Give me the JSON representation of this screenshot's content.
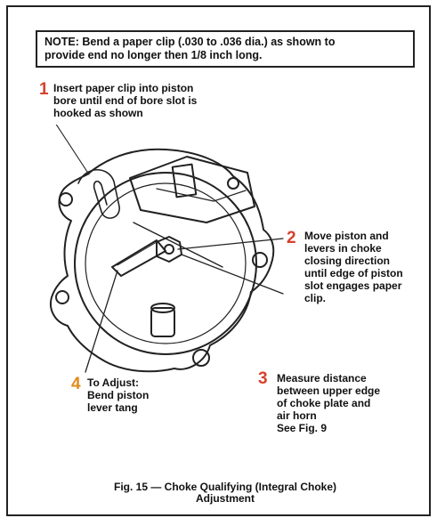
{
  "note": {
    "lines": [
      "NOTE: Bend a paper clip (.030 to .036 dia.) as shown to",
      "provide end no longer then 1/8 inch long."
    ]
  },
  "steps": [
    {
      "number": "1",
      "lines": [
        "Insert paper clip into piston",
        "bore until end of bore slot is",
        "hooked as shown"
      ]
    },
    {
      "number": "2",
      "lines": [
        "Move piston and",
        "levers in choke",
        "closing direction",
        "until edge of piston",
        "slot engages paper",
        "clip."
      ]
    },
    {
      "number": "3",
      "lines": [
        "Measure distance",
        "between upper edge",
        "of choke plate and",
        "air horn",
        "See Fig. 9"
      ]
    },
    {
      "number": "4",
      "lines": [
        "To Adjust:",
        "Bend piston",
        "lever tang"
      ]
    }
  ],
  "caption": {
    "lines": [
      "Fig. 15 — Choke Qualifying (Integral Choke)",
      "Adjustment"
    ]
  },
  "colors": {
    "step_red": "#d8402c",
    "step_orange": "#e28a1e",
    "line_art": "#222222"
  }
}
